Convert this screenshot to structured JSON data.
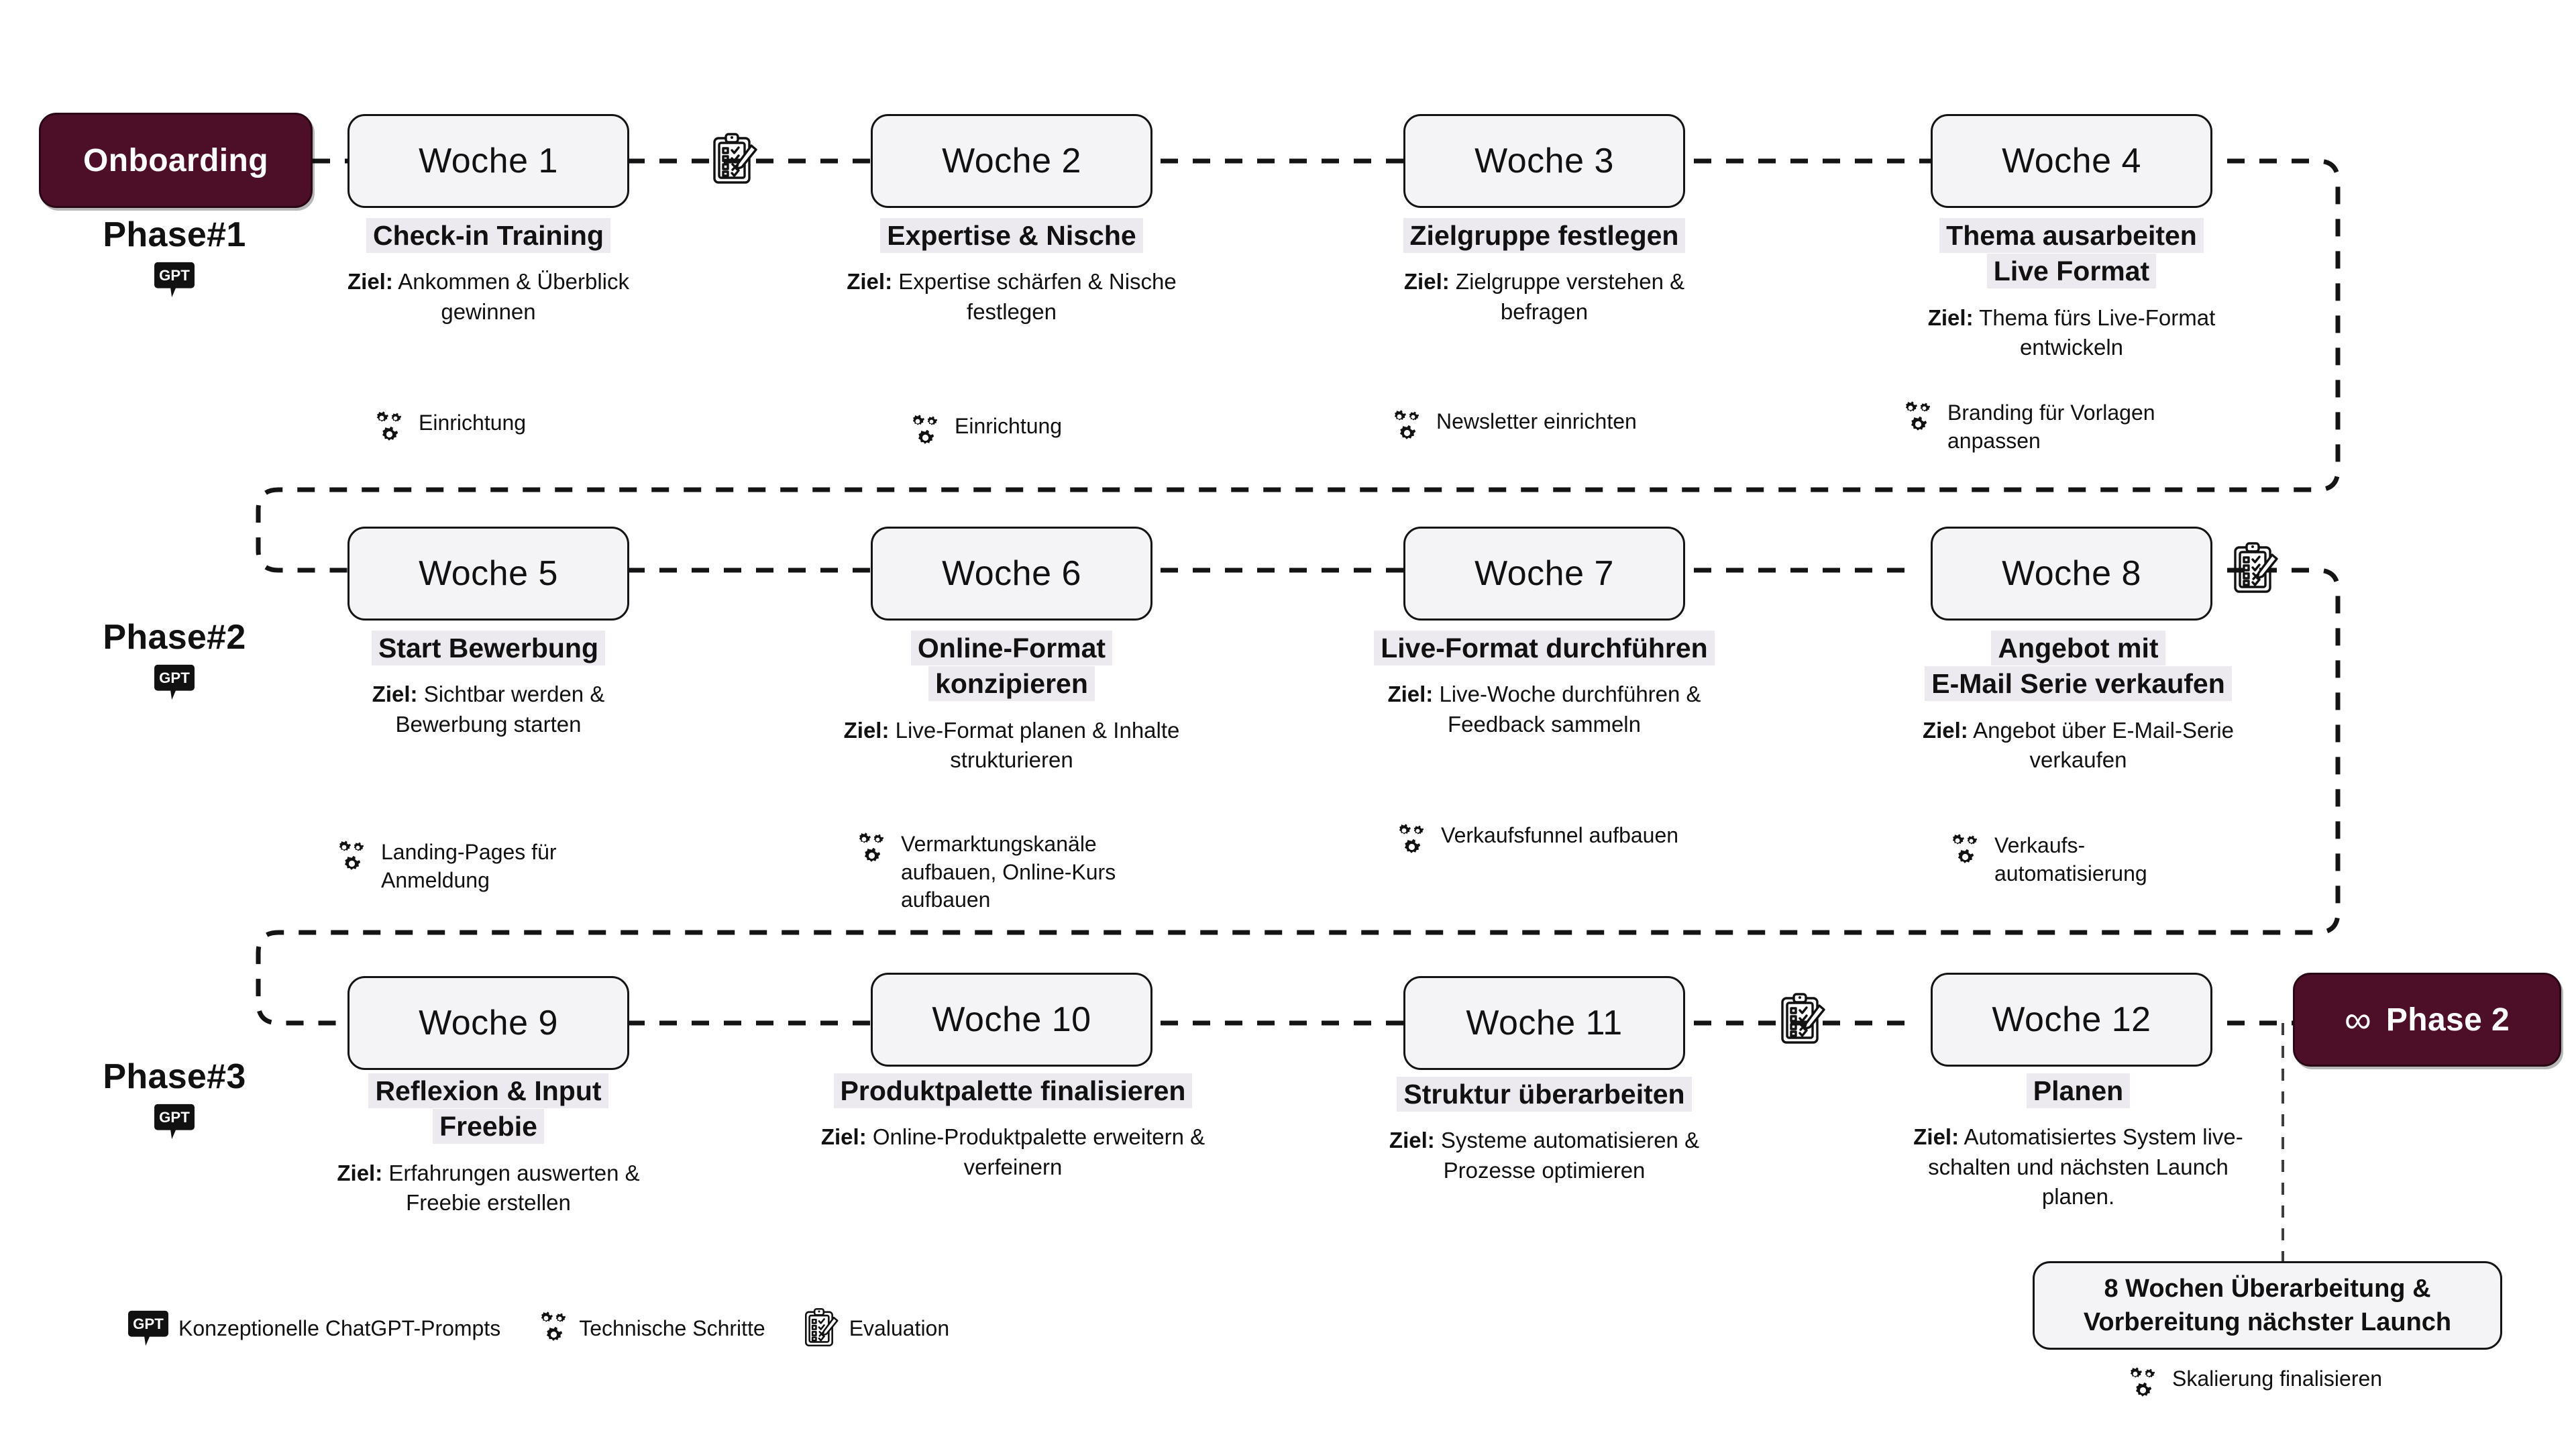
{
  "diagram": {
    "title_pill": {
      "label": "Onboarding"
    },
    "end_pill": {
      "label": "Phase 2",
      "icon": "infinity-icon",
      "symbol": "∞"
    },
    "accent_color": "#4d0f28",
    "card_fill": "#f4f3f6",
    "highlight_fill": "#eceaef"
  },
  "phases": [
    {
      "label": "Phase#1",
      "icon": "gpt-icon"
    },
    {
      "label": "Phase#2",
      "icon": "gpt-icon"
    },
    {
      "label": "Phase#3",
      "icon": "gpt-icon"
    }
  ],
  "weeks": [
    {
      "week": "Woche 1",
      "title": "Check-in Training",
      "goal_label": "Ziel:",
      "goal": "Ankommen & Überblick gewinnen",
      "note": "Einrichtung",
      "note_icon": "gears-icon"
    },
    {
      "week": "Woche 2",
      "title": "Expertise & Nische",
      "goal_label": "Ziel:",
      "goal": "Expertise schärfen & Nische festlegen",
      "note": "Einrichtung",
      "note_icon": "gears-icon"
    },
    {
      "week": "Woche 3",
      "title": "Zielgruppe festlegen",
      "goal_label": "Ziel:",
      "goal": "Zielgruppe verstehen & befragen",
      "note": "Newsletter einrichten",
      "note_icon": "gears-icon"
    },
    {
      "week": "Woche 4",
      "title": "Thema ausarbeiten\nLive Format",
      "goal_label": "Ziel:",
      "goal": "Thema fürs Live-Format entwickeln",
      "note": "Branding für Vorlagen anpassen",
      "note_icon": "gears-icon"
    },
    {
      "week": "Woche 5",
      "title": "Start Bewerbung",
      "goal_label": "Ziel:",
      "goal": "Sichtbar werden & Bewerbung starten",
      "note": "Landing-Pages für Anmeldung",
      "note_icon": "gears-icon"
    },
    {
      "week": "Woche 6",
      "title": "Online-Format\nkonzipieren",
      "goal_label": "Ziel:",
      "goal": "Live-Format planen & Inhalte strukturieren",
      "note": "Vermarktungskanäle aufbauen, Online-Kurs  aufbauen",
      "note_icon": "gears-icon"
    },
    {
      "week": "Woche 7",
      "title": "Live-Format durchführen",
      "goal_label": "Ziel:",
      "goal": "Live-Woche durchführen & Feedback sammeln",
      "note": "Verkaufsfunnel aufbauen",
      "note_icon": "gears-icon"
    },
    {
      "week": "Woche 8",
      "title": "Angebot mit\nE-Mail Serie verkaufen",
      "goal_label": "Ziel:",
      "goal": "Angebot über E-Mail-Serie verkaufen",
      "note": "Verkaufs-automatisierung",
      "note_icon": "gears-icon"
    },
    {
      "week": "Woche 9",
      "title": "Reflexion & Input\nFreebie",
      "goal_label": "Ziel:",
      "goal": "Erfahrungen auswerten & Freebie erstellen",
      "note": "",
      "note_icon": ""
    },
    {
      "week": "Woche 10",
      "title": "Produktpalette finalisieren",
      "goal_label": "Ziel:",
      "goal": "Online-Produktpalette erweitern & verfeinern",
      "note": "",
      "note_icon": ""
    },
    {
      "week": "Woche 11",
      "title": "Struktur überarbeiten",
      "goal_label": "Ziel:",
      "goal": "Systeme automatisieren & Prozesse optimieren",
      "note": "",
      "note_icon": ""
    },
    {
      "week": "Woche 12",
      "title": "Planen",
      "goal_label": "Ziel:",
      "goal": "Automatisiertes System live-schalten und nächsten Launch planen.",
      "note": "",
      "note_icon": ""
    }
  ],
  "end_note": {
    "text": "8 Wochen Überarbeitung  &\nVorbereitung nächster Launch",
    "note": "Skalierung finalisieren",
    "note_icon": "gears-icon"
  },
  "legend": [
    {
      "icon": "gpt-icon",
      "label": "Konzeptionelle ChatGPT-Prompts"
    },
    {
      "icon": "gears-icon",
      "label": "Technische Schritte"
    },
    {
      "icon": "clipboard-icon",
      "label": "Evaluation"
    }
  ],
  "milestone_icons": [
    {
      "icon": "clipboard-icon",
      "after": "Woche 1"
    },
    {
      "icon": "clipboard-icon",
      "after": "Woche 8"
    },
    {
      "icon": "clipboard-icon",
      "after": "Woche 11"
    }
  ]
}
